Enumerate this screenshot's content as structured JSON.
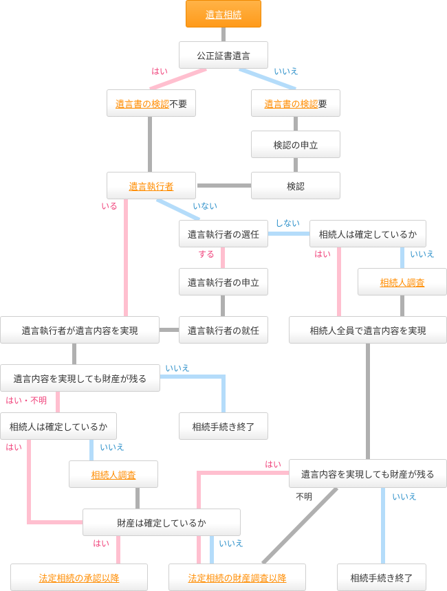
{
  "colors": {
    "pink": "#ffbfcf",
    "blue": "#b4dcfa",
    "gray": "#b0b0b0",
    "accent": "#ff9a1a",
    "link": "#ff8c00"
  },
  "nodes": {
    "start": "遺言相続",
    "kousei": "公正証書遺言",
    "kenin_link": "遺言書の検認",
    "fuyou": "不要",
    "yo": "要",
    "kenin_shinritsu": "検認の申立",
    "kenin": "検認",
    "shikkousha": "遺言執行者",
    "senin": "遺言執行者の選任",
    "souzokunin_kakutei": "相続人は確定しているか",
    "shikkousha_moushitate": "遺言執行者の申立",
    "souzokunin_chousa": "相続人調査",
    "shikkousha_jitsugen": "遺言執行者が遺言内容を実現",
    "shikkousha_shuunin": "遺言執行者の就任",
    "zenin_jitsugen": "相続人全員で遺言内容を実現",
    "zaisan_nokoru": "遺言内容を実現しても財産が残る",
    "souzokunin_kakutei2": "相続人は確定しているか",
    "shuuryou": "相続手続き終了",
    "souzokunin_chousa2": "相続人調査",
    "zaisan_nokoru2": "遺言内容を実現しても財産が残る",
    "zaisan_kakutei": "財産は確定しているか",
    "shounin": "法定相続の承認以降",
    "zaisan_chousa": "法定相続の財産調査以降",
    "shuuryou2": "相続手続き終了"
  },
  "labels": {
    "hai1": "はい",
    "iie1": "いいえ",
    "iru": "いる",
    "inai": "いない",
    "shinai": "しない",
    "suru": "する",
    "hai2": "はい",
    "iie2": "いいえ",
    "iie3": "いいえ",
    "hai_fumei": "はい・不明",
    "hai3": "はい",
    "iie4": "いいえ",
    "hai4": "はい",
    "fumei": "不明",
    "iie5": "いいえ",
    "hai5": "はい",
    "iie6": "いいえ"
  }
}
